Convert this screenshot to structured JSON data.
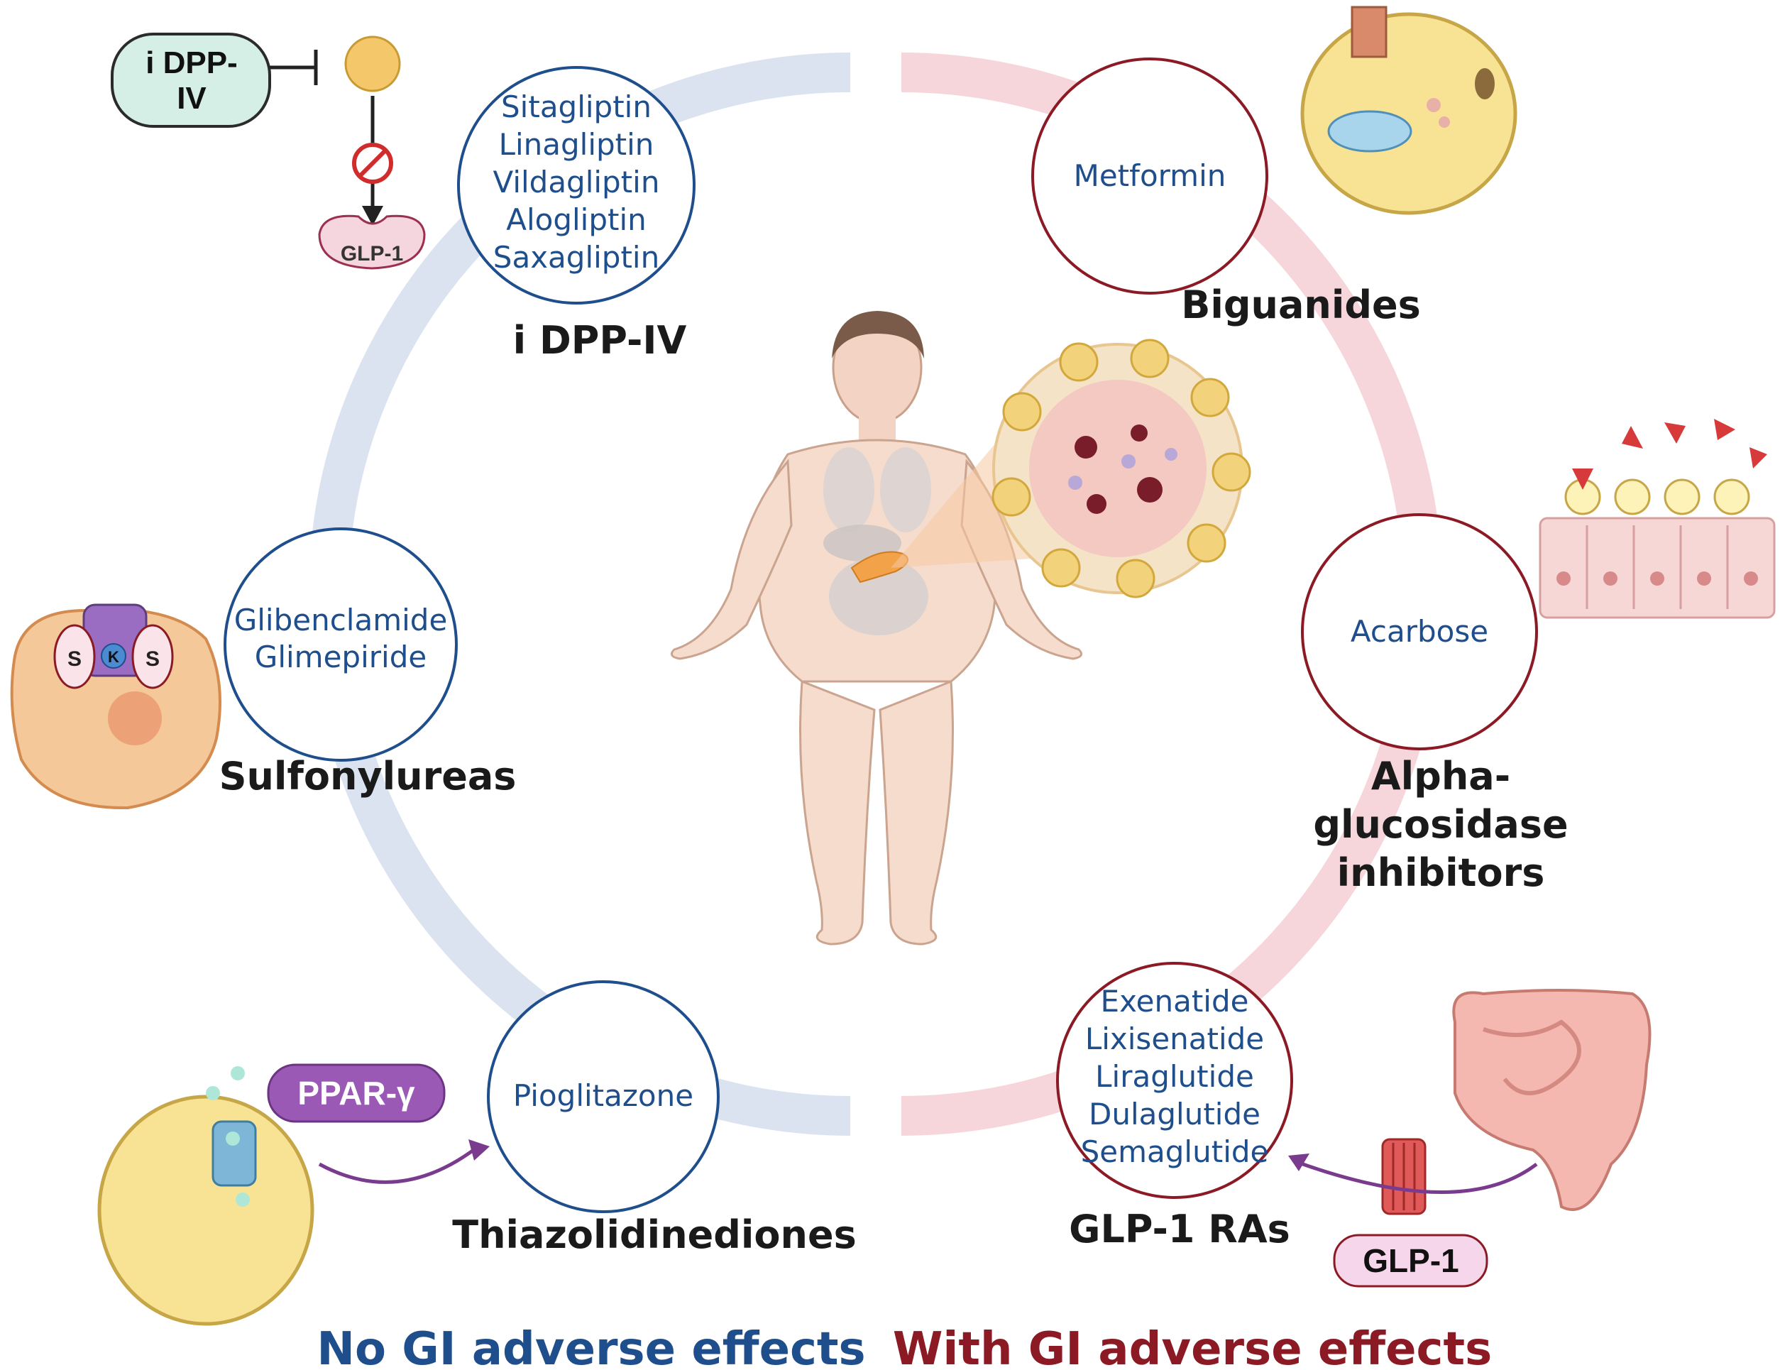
{
  "colors": {
    "blue_arc": "#dce3f0",
    "red_arc": "#f6d6db",
    "blue": "#1f4e8c",
    "dark_red": "#8b1a24",
    "purple": "#7a3b8f",
    "ppar_fill": "#9b59b6"
  },
  "left_group": {
    "footer": "No GI adverse effects",
    "dpp4": {
      "drugs": [
        "Sitagliptin",
        "Linagliptin",
        "Vildagliptin",
        "Alogliptin",
        "Saxagliptin"
      ],
      "class_name": "i DPP-IV",
      "mechanism_badge": "i DPP-\nIV",
      "target_label": "GLP-1"
    },
    "sulfonylureas": {
      "drugs": [
        "Glibenclamide",
        "Glimepiride"
      ],
      "class_name": "Sulfonylureas",
      "channel_s_left": "S",
      "channel_k": "K",
      "channel_s_right": "S"
    },
    "tzd": {
      "drugs": [
        "Pioglitazone"
      ],
      "class_name": "Thiazolidinediones",
      "receptor_badge": "PPAR-γ"
    }
  },
  "right_group": {
    "footer": "With GI adverse effects",
    "biguanides": {
      "drugs": [
        "Metformin"
      ],
      "class_name": "Biguanides"
    },
    "alpha_glucosidase": {
      "drugs": [
        "Acarbose"
      ],
      "class_name_lines": [
        "Alpha-",
        "glucosidase",
        "inhibitors"
      ]
    },
    "glp1": {
      "drugs": [
        "Exenatide",
        "Lixisenatide",
        "Liraglutide",
        "Dulaglutide",
        "Semaglutide"
      ],
      "class_name": "GLP-1 RAs",
      "hormone_badge": "GLP-1"
    }
  },
  "icons": {
    "center": "obese-human-figure-icon",
    "pancreas": "pancreas-icon",
    "islet": "pancreatic-islet-icon",
    "gut": "intestine-icon",
    "receptor": "gpcr-receptor-icon",
    "adipocyte": "adipocyte-icon",
    "beta_cell": "beta-cell-icon",
    "enterocyte": "intestinal-epithelium-icon",
    "inhibit": "inhibition-icon"
  }
}
